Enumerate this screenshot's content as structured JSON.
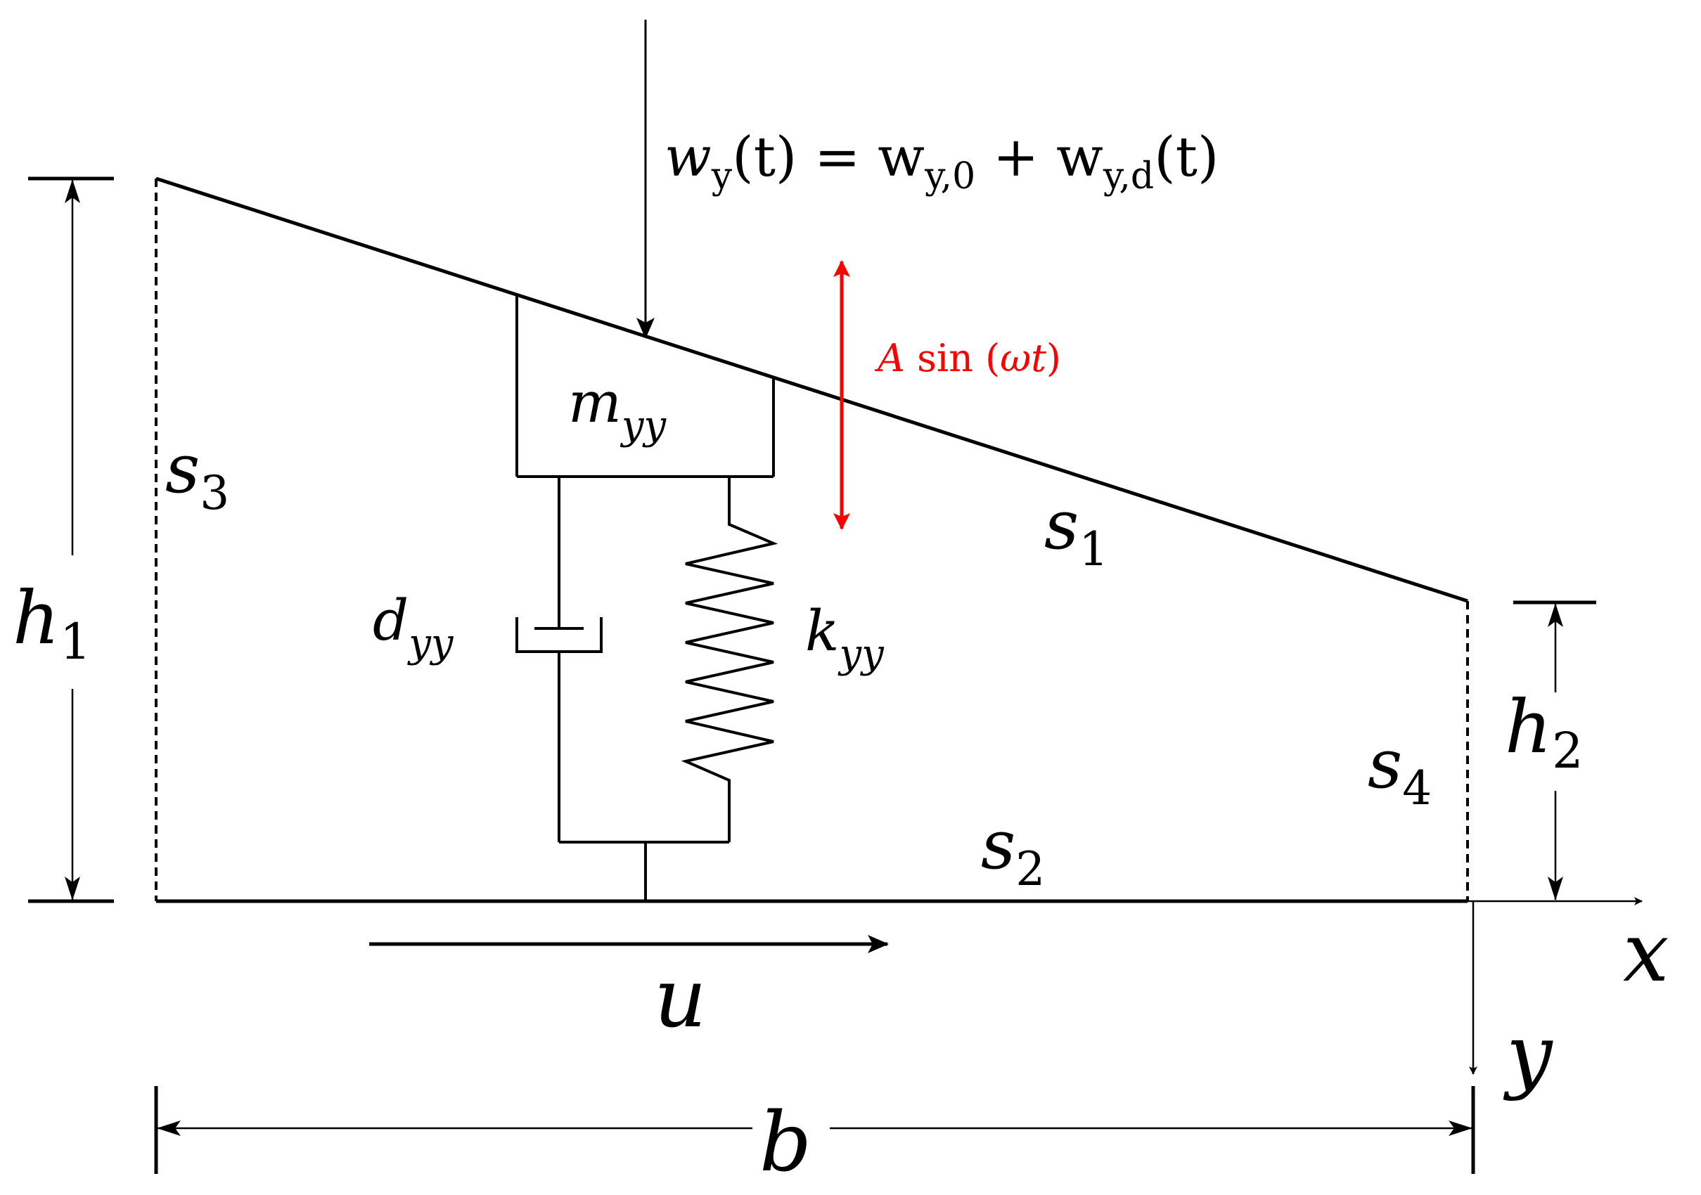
{
  "labels": {
    "force": {
      "w": "w",
      "w_sub": "y",
      "w_open": "(t) = w",
      "w0_sub": "y,0",
      "plus": " + w",
      "wd_sub": "y,d",
      "w_close": "(t)"
    },
    "excitation": {
      "amp": "A",
      "func": " sin (",
      "omega_t": "ωt",
      "close": ")"
    },
    "mass": {
      "main": "m",
      "sub": "yy"
    },
    "damper": {
      "main": "d",
      "sub": "yy"
    },
    "spring": {
      "main": "k",
      "sub": "yy"
    },
    "s1": {
      "main": "s",
      "sub": "1"
    },
    "s2": {
      "main": "s",
      "sub": "2"
    },
    "s3": {
      "main": "s",
      "sub": "3"
    },
    "s4": {
      "main": "s",
      "sub": "4"
    },
    "h1": {
      "main": "h",
      "sub": "1"
    },
    "h2": {
      "main": "h",
      "sub": "2"
    },
    "b": "b",
    "u": "u",
    "x": "x",
    "y": "y"
  },
  "colors": {
    "line": "#000000",
    "excitation": "#ff0000"
  }
}
